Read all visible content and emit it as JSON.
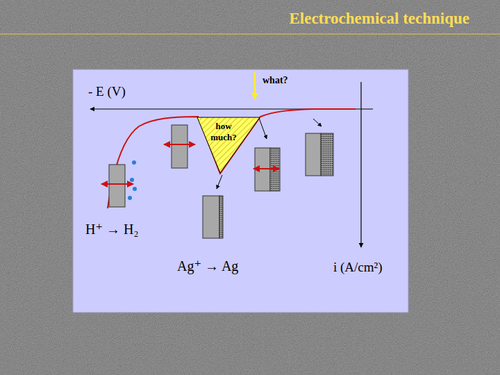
{
  "diagram": {
    "title": "Electrochemical technique",
    "nodes": [
      {
        "text": [
          "how much?"
        ]
      }
    ],
    "labels": [
      "- E (V)",
      "what?",
      "H⁺ → H₂",
      "Ag⁺ → Ag",
      "i (A/cm²)"
    ]
  }
}
